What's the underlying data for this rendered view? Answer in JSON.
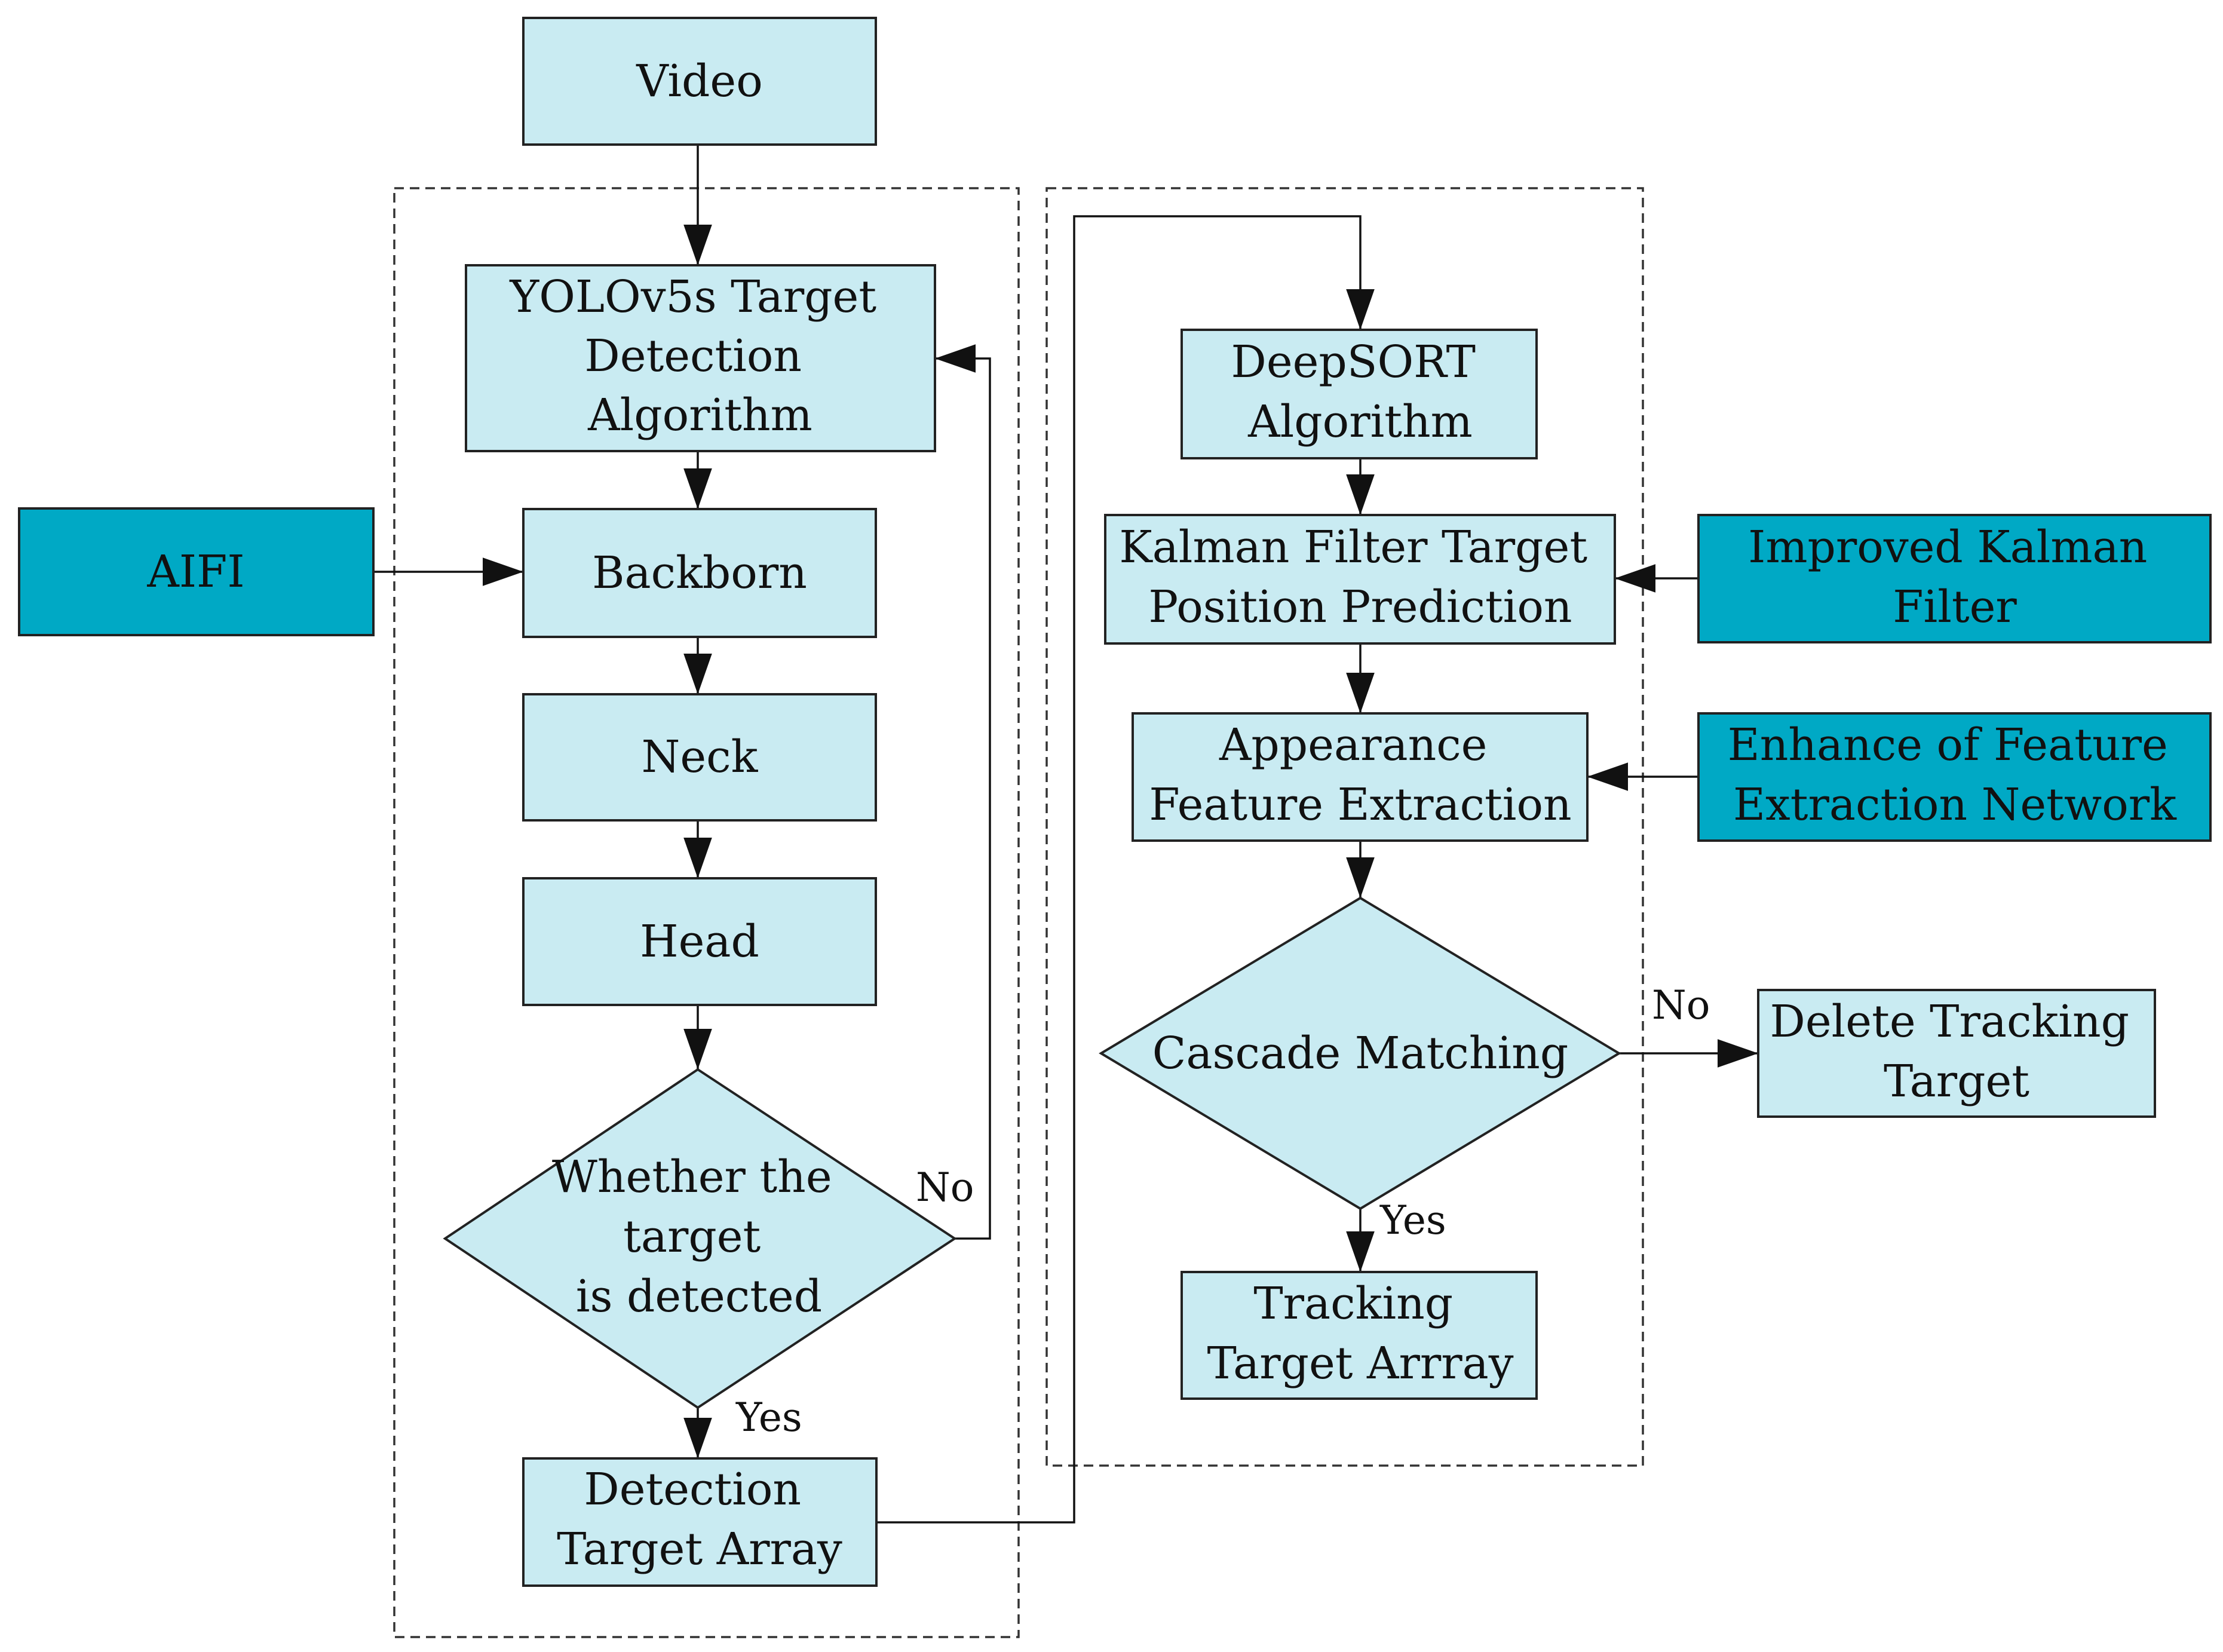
{
  "nodes": {
    "video": {
      "label": "Video"
    },
    "yolo": {
      "lines": [
        "YOLOv5s Target",
        "Detection",
        "Algorithm"
      ]
    },
    "aifi": {
      "label": "AIFI"
    },
    "backborn": {
      "label": "Backborn"
    },
    "neck": {
      "label": "Neck"
    },
    "head": {
      "label": "Head"
    },
    "whether": {
      "lines": [
        "Whether the",
        "target",
        "is detected"
      ]
    },
    "detection_array": {
      "lines": [
        "Detection",
        "Target Array"
      ]
    },
    "deepsort": {
      "lines": [
        "DeepSORT",
        "Algorithm"
      ]
    },
    "kalman": {
      "lines": [
        "Kalman Filter Target",
        "Position Prediction"
      ]
    },
    "improved_kalman": {
      "lines": [
        "Improved Kalman",
        "Filter"
      ]
    },
    "appearance": {
      "lines": [
        "Appearance",
        "Feature Extraction"
      ]
    },
    "enhance": {
      "lines": [
        "Enhance of Feature",
        "Extraction Network"
      ]
    },
    "cascade": {
      "label": "Cascade Matching"
    },
    "delete": {
      "lines": [
        "Delete Tracking",
        "Target"
      ]
    },
    "tracking_array": {
      "lines": [
        "Tracking",
        "Target Arrray"
      ]
    }
  },
  "edge_labels": {
    "detect_no": "No",
    "detect_yes": "Yes",
    "cascade_no": "No",
    "cascade_yes": "Yes"
  },
  "colors": {
    "light_box": "#c9ebf2",
    "dark_box": "#00a9c5",
    "stroke": "#222222"
  }
}
